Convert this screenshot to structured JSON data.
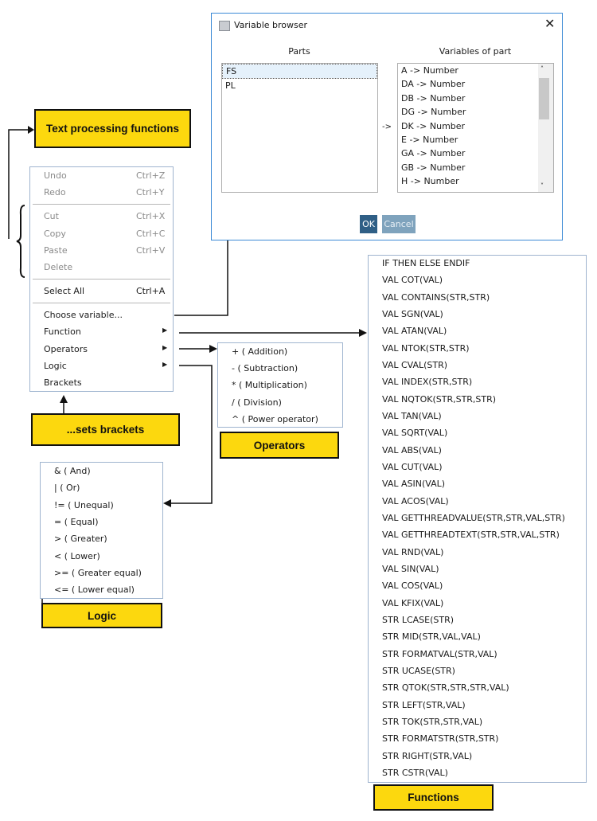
{
  "variable_browser": {
    "title": "Variable browser",
    "close_icon": "close-icon",
    "parts_label": "Parts",
    "variables_label": "Variables of part",
    "arrow_text": "->",
    "parts": [
      "FS",
      "PL"
    ],
    "selected_part": "FS",
    "variables": [
      "A -> Number",
      "DA -> Number",
      "DB -> Number",
      "DG -> Number",
      "DK -> Number",
      "E -> Number",
      "GA -> Number",
      "GB -> Number",
      "H -> Number"
    ],
    "ok_label": "OK",
    "cancel_label": "Cancel"
  },
  "context_menu": {
    "items": [
      {
        "label": "Undo",
        "shortcut": "Ctrl+Z",
        "disabled": true
      },
      {
        "label": "Redo",
        "shortcut": "Ctrl+Y",
        "disabled": true
      },
      {
        "label": "Cut",
        "shortcut": "Ctrl+X",
        "disabled": true
      },
      {
        "label": "Copy",
        "shortcut": "Ctrl+C",
        "disabled": true
      },
      {
        "label": "Paste",
        "shortcut": "Ctrl+V",
        "disabled": true
      },
      {
        "label": "Delete",
        "shortcut": "",
        "disabled": true
      },
      {
        "label": "Select All",
        "shortcut": "Ctrl+A",
        "disabled": false
      },
      {
        "label": "Choose variable...",
        "shortcut": "",
        "disabled": false
      },
      {
        "label": "Function",
        "submenu": true
      },
      {
        "label": "Operators",
        "submenu": true
      },
      {
        "label": "Logic",
        "submenu": true
      },
      {
        "label": "Brackets",
        "shortcut": "",
        "disabled": false
      }
    ]
  },
  "operators_menu": [
    "+ ( Addition)",
    "- ( Subtraction)",
    "* ( Multiplication)",
    "/ ( Division)",
    "^ ( Power operator)"
  ],
  "logic_menu": [
    "& ( And)",
    "| ( Or)",
    "!= ( Unequal)",
    "= ( Equal)",
    "> ( Greater)",
    "< ( Lower)",
    ">= ( Greater equal)",
    "<= ( Lower equal)"
  ],
  "functions_menu": [
    "IF THEN ELSE ENDIF",
    "VAL COT(VAL)",
    "VAL CONTAINS(STR,STR)",
    "VAL SGN(VAL)",
    "VAL ATAN(VAL)",
    "VAL NTOK(STR,STR)",
    "VAL CVAL(STR)",
    "VAL INDEX(STR,STR)",
    "VAL NQTOK(STR,STR,STR)",
    "VAL TAN(VAL)",
    "VAL SQRT(VAL)",
    "VAL ABS(VAL)",
    "VAL CUT(VAL)",
    "VAL ASIN(VAL)",
    "VAL ACOS(VAL)",
    "VAL GETTHREADVALUE(STR,STR,VAL,STR)",
    "VAL GETTHREADTEXT(STR,STR,VAL,STR)",
    "VAL RND(VAL)",
    "VAL SIN(VAL)",
    "VAL COS(VAL)",
    "VAL KFIX(VAL)",
    "STR LCASE(STR)",
    "STR MID(STR,VAL,VAL)",
    "STR FORMATVAL(STR,VAL)",
    "STR UCASE(STR)",
    "STR QTOK(STR,STR,STR,VAL)",
    "STR LEFT(STR,VAL)",
    "STR TOK(STR,STR,VAL)",
    "STR FORMATSTR(STR,STR)",
    "STR RIGHT(STR,VAL)",
    "STR CSTR(VAL)"
  ],
  "callouts": {
    "text_processing": "Text processing functions",
    "sets_brackets": "...sets brackets",
    "operators": "Operators",
    "logic": "Logic",
    "functions": "Functions"
  },
  "colors": {
    "callout": "#fcd80e",
    "dialog_border": "#3c8ad6",
    "ok_button": "#2f5f86",
    "cancel_button": "#7fa3bd"
  }
}
